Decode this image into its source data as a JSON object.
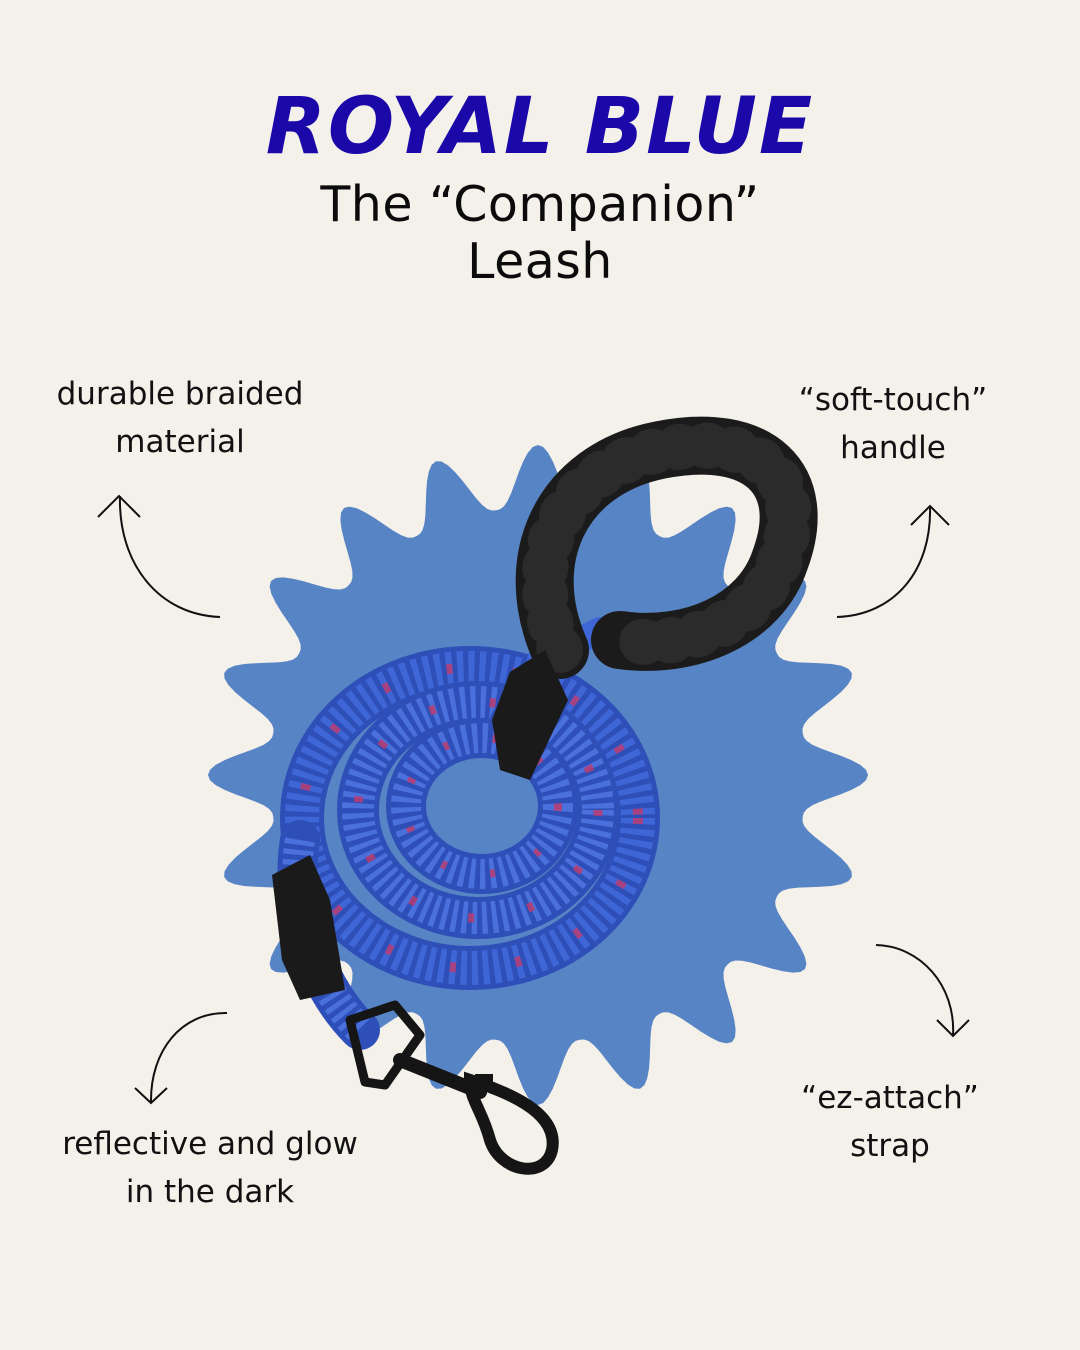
{
  "header": {
    "color_name": "ROYAL BLUE",
    "product_line1": "The “Companion”",
    "product_line2": "Leash"
  },
  "features": [
    {
      "position": "top-left",
      "line1": "durable braided",
      "line2": "material",
      "arrow": "up"
    },
    {
      "position": "top-right",
      "line1": "“soft-touch”",
      "line2": "handle",
      "arrow": "up"
    },
    {
      "position": "bottom-left",
      "line1": "reflective and glow",
      "line2": "in the dark",
      "arrow": "down"
    },
    {
      "position": "bottom-right",
      "line1": "“ez-attach”",
      "line2": "strap",
      "arrow": "down"
    }
  ],
  "colors": {
    "background": "#f4f0ea",
    "title": "#1a08a8",
    "starburst": "#5684c4",
    "rope": "#3a5fd0",
    "rope_accent": "#c0396a",
    "handle": "#1b1b1b"
  },
  "image": {
    "subject": "coiled royal blue rope dog leash with black padded handle and black snap clasp",
    "backdrop": "blue-starburst-icon"
  }
}
